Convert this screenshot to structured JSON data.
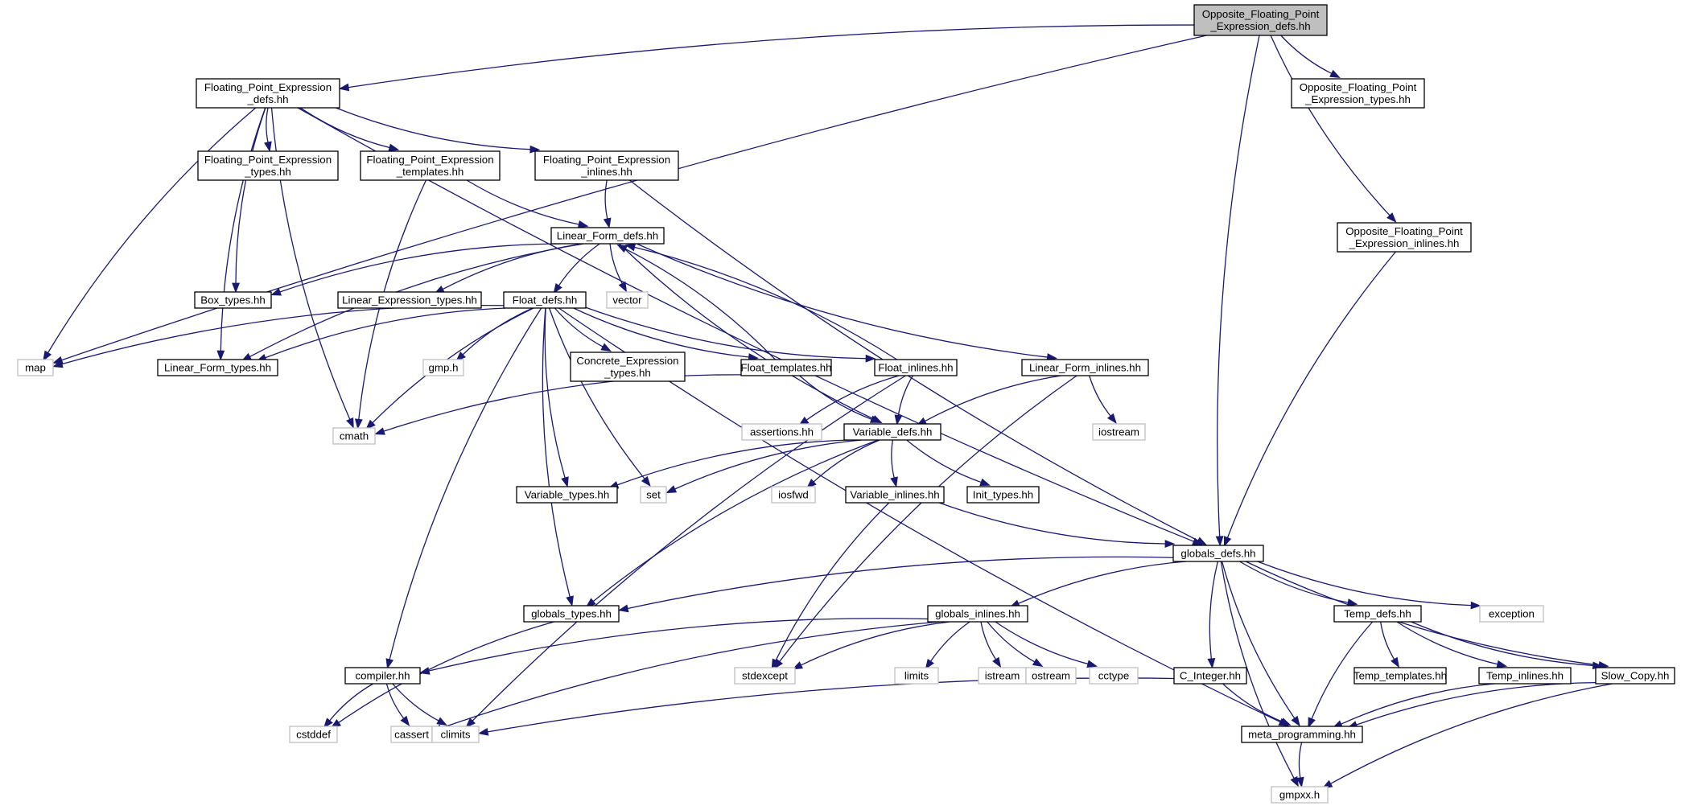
{
  "nodes": [
    {
      "id": "n0",
      "label": "Opposite_Floating_Point\n_Expression_defs.hh",
      "kind": "root",
      "name": "opposite-floating-point-expression-defs-node"
    },
    {
      "id": "n1",
      "label": "Floating_Point_Expression\n_defs.hh",
      "kind": "local",
      "name": "floating-point-expression-defs-node"
    },
    {
      "id": "n2",
      "label": "Opposite_Floating_Point\n_Expression_types.hh",
      "kind": "local",
      "name": "opposite-floating-point-expression-types-node"
    },
    {
      "id": "n3",
      "label": "Opposite_Floating_Point\n_Expression_inlines.hh",
      "kind": "local",
      "name": "opposite-floating-point-expression-inlines-node"
    },
    {
      "id": "n4",
      "label": "map",
      "kind": "external",
      "name": "map-node"
    },
    {
      "id": "n5",
      "label": "Floating_Point_Expression\n_types.hh",
      "kind": "local",
      "name": "floating-point-expression-types-node"
    },
    {
      "id": "n6",
      "label": "Floating_Point_Expression\n_templates.hh",
      "kind": "local",
      "name": "floating-point-expression-templates-node"
    },
    {
      "id": "n7",
      "label": "Floating_Point_Expression\n_inlines.hh",
      "kind": "local",
      "name": "floating-point-expression-inlines-node"
    },
    {
      "id": "n8",
      "label": "Linear_Form_defs.hh",
      "kind": "local",
      "name": "linear-form-defs-node"
    },
    {
      "id": "n9",
      "label": "Box_types.hh",
      "kind": "local",
      "name": "box-types-node"
    },
    {
      "id": "n10",
      "label": "Linear_Expression_types.hh",
      "kind": "local",
      "name": "linear-expression-types-node"
    },
    {
      "id": "n11",
      "label": "Float_defs.hh",
      "kind": "local",
      "name": "float-defs-node"
    },
    {
      "id": "n12",
      "label": "vector",
      "kind": "external",
      "name": "vector-node"
    },
    {
      "id": "n13",
      "label": "Linear_Form_types.hh",
      "kind": "local",
      "name": "linear-form-types-node"
    },
    {
      "id": "n14",
      "label": "gmp.h",
      "kind": "external",
      "name": "gmp-h-node"
    },
    {
      "id": "n15",
      "label": "Concrete_Expression\n_types.hh",
      "kind": "local",
      "name": "concrete-expression-types-node"
    },
    {
      "id": "n16",
      "label": "Float_templates.hh",
      "kind": "local",
      "name": "float-templates-node"
    },
    {
      "id": "n17",
      "label": "Float_inlines.hh",
      "kind": "local",
      "name": "float-inlines-node"
    },
    {
      "id": "n18",
      "label": "Linear_Form_inlines.hh",
      "kind": "local",
      "name": "linear-form-inlines-node"
    },
    {
      "id": "n19",
      "label": "cmath",
      "kind": "external",
      "name": "cmath-node"
    },
    {
      "id": "n20",
      "label": "assertions.hh",
      "kind": "external",
      "name": "assertions-node"
    },
    {
      "id": "n21",
      "label": "Variable_defs.hh",
      "kind": "local",
      "name": "variable-defs-node"
    },
    {
      "id": "n22",
      "label": "iostream",
      "kind": "external",
      "name": "iostream-node"
    },
    {
      "id": "n23",
      "label": "Variable_types.hh",
      "kind": "local",
      "name": "variable-types-node"
    },
    {
      "id": "n24",
      "label": "set",
      "kind": "external",
      "name": "set-node"
    },
    {
      "id": "n25",
      "label": "iosfwd",
      "kind": "external",
      "name": "iosfwd-node"
    },
    {
      "id": "n26",
      "label": "Variable_inlines.hh",
      "kind": "local",
      "name": "variable-inlines-node"
    },
    {
      "id": "n27",
      "label": "Init_types.hh",
      "kind": "local",
      "name": "init-types-node"
    },
    {
      "id": "n28",
      "label": "globals_defs.hh",
      "kind": "local",
      "name": "globals-defs-node"
    },
    {
      "id": "n29",
      "label": "globals_types.hh",
      "kind": "local",
      "name": "globals-types-node"
    },
    {
      "id": "n30",
      "label": "globals_inlines.hh",
      "kind": "local",
      "name": "globals-inlines-node"
    },
    {
      "id": "n31",
      "label": "Temp_defs.hh",
      "kind": "local",
      "name": "temp-defs-node"
    },
    {
      "id": "n32",
      "label": "exception",
      "kind": "external",
      "name": "exception-node"
    },
    {
      "id": "n33",
      "label": "compiler.hh",
      "kind": "local",
      "name": "compiler-node"
    },
    {
      "id": "n34",
      "label": "stdexcept",
      "kind": "external",
      "name": "stdexcept-node"
    },
    {
      "id": "n35",
      "label": "limits",
      "kind": "external",
      "name": "limits-node"
    },
    {
      "id": "n36",
      "label": "istream",
      "kind": "external",
      "name": "istream-node"
    },
    {
      "id": "n37",
      "label": "ostream",
      "kind": "external",
      "name": "ostream-node"
    },
    {
      "id": "n38",
      "label": "cctype",
      "kind": "external",
      "name": "cctype-node"
    },
    {
      "id": "n39",
      "label": "C_Integer.hh",
      "kind": "local",
      "name": "c-integer-node"
    },
    {
      "id": "n40",
      "label": "Temp_templates.hh",
      "kind": "local",
      "name": "temp-templates-node"
    },
    {
      "id": "n41",
      "label": "Temp_inlines.hh",
      "kind": "local",
      "name": "temp-inlines-node"
    },
    {
      "id": "n42",
      "label": "Slow_Copy.hh",
      "kind": "local",
      "name": "slow-copy-node"
    },
    {
      "id": "n43",
      "label": "cstddef",
      "kind": "external",
      "name": "cstddef-node"
    },
    {
      "id": "n44",
      "label": "cassert",
      "kind": "external",
      "name": "cassert-node"
    },
    {
      "id": "n45",
      "label": "climits",
      "kind": "external",
      "name": "climits-node"
    },
    {
      "id": "n46",
      "label": "meta_programming.hh",
      "kind": "local",
      "name": "meta-programming-node"
    },
    {
      "id": "n47",
      "label": "gmpxx.h",
      "kind": "external",
      "name": "gmpxx-h-node"
    }
  ],
  "edges": [
    [
      "n0",
      "n4"
    ],
    [
      "n0",
      "n1"
    ],
    [
      "n0",
      "n28"
    ],
    [
      "n0",
      "n2"
    ],
    [
      "n0",
      "n3"
    ],
    [
      "n1",
      "n4"
    ],
    [
      "n1",
      "n19"
    ],
    [
      "n1",
      "n13"
    ],
    [
      "n1",
      "n9"
    ],
    [
      "n1",
      "n5"
    ],
    [
      "n1",
      "n6"
    ],
    [
      "n1",
      "n7"
    ],
    [
      "n1",
      "n28"
    ],
    [
      "n3",
      "n28"
    ],
    [
      "n6",
      "n19"
    ],
    [
      "n6",
      "n8"
    ],
    [
      "n7",
      "n8"
    ],
    [
      "n7",
      "n28"
    ],
    [
      "n8",
      "n9"
    ],
    [
      "n8",
      "n13"
    ],
    [
      "n8",
      "n10"
    ],
    [
      "n8",
      "n11"
    ],
    [
      "n8",
      "n12"
    ],
    [
      "n8",
      "n21"
    ],
    [
      "n8",
      "n18"
    ],
    [
      "n11",
      "n4"
    ],
    [
      "n11",
      "n13"
    ],
    [
      "n11",
      "n14"
    ],
    [
      "n11",
      "n15"
    ],
    [
      "n11",
      "n16"
    ],
    [
      "n11",
      "n17"
    ],
    [
      "n11",
      "n19"
    ],
    [
      "n11",
      "n23"
    ],
    [
      "n11",
      "n24"
    ],
    [
      "n11",
      "n29"
    ],
    [
      "n11",
      "n33"
    ],
    [
      "n11",
      "n46"
    ],
    [
      "n16",
      "n8"
    ],
    [
      "n16",
      "n19"
    ],
    [
      "n16",
      "n21"
    ],
    [
      "n17",
      "n8"
    ],
    [
      "n17",
      "n20"
    ],
    [
      "n17",
      "n21"
    ],
    [
      "n17",
      "n45"
    ],
    [
      "n18",
      "n21"
    ],
    [
      "n18",
      "n22"
    ],
    [
      "n18",
      "n34"
    ],
    [
      "n21",
      "n23"
    ],
    [
      "n21",
      "n24"
    ],
    [
      "n21",
      "n25"
    ],
    [
      "n21",
      "n26"
    ],
    [
      "n21",
      "n27"
    ],
    [
      "n21",
      "n29"
    ],
    [
      "n26",
      "n28"
    ],
    [
      "n26",
      "n34"
    ],
    [
      "n28",
      "n29"
    ],
    [
      "n28",
      "n30"
    ],
    [
      "n28",
      "n31"
    ],
    [
      "n28",
      "n32"
    ],
    [
      "n28",
      "n39"
    ],
    [
      "n28",
      "n42"
    ],
    [
      "n28",
      "n46"
    ],
    [
      "n28",
      "n47"
    ],
    [
      "n29",
      "n43"
    ],
    [
      "n30",
      "n33"
    ],
    [
      "n30",
      "n34"
    ],
    [
      "n30",
      "n35"
    ],
    [
      "n30",
      "n36"
    ],
    [
      "n30",
      "n37"
    ],
    [
      "n30",
      "n38"
    ],
    [
      "n30",
      "n44"
    ],
    [
      "n31",
      "n40"
    ],
    [
      "n31",
      "n41"
    ],
    [
      "n31",
      "n42"
    ],
    [
      "n31",
      "n46"
    ],
    [
      "n33",
      "n43"
    ],
    [
      "n33",
      "n44"
    ],
    [
      "n33",
      "n45"
    ],
    [
      "n39",
      "n45"
    ],
    [
      "n39",
      "n46"
    ],
    [
      "n41",
      "n46"
    ],
    [
      "n42",
      "n46"
    ],
    [
      "n42",
      "n47"
    ],
    [
      "n46",
      "n47"
    ]
  ]
}
